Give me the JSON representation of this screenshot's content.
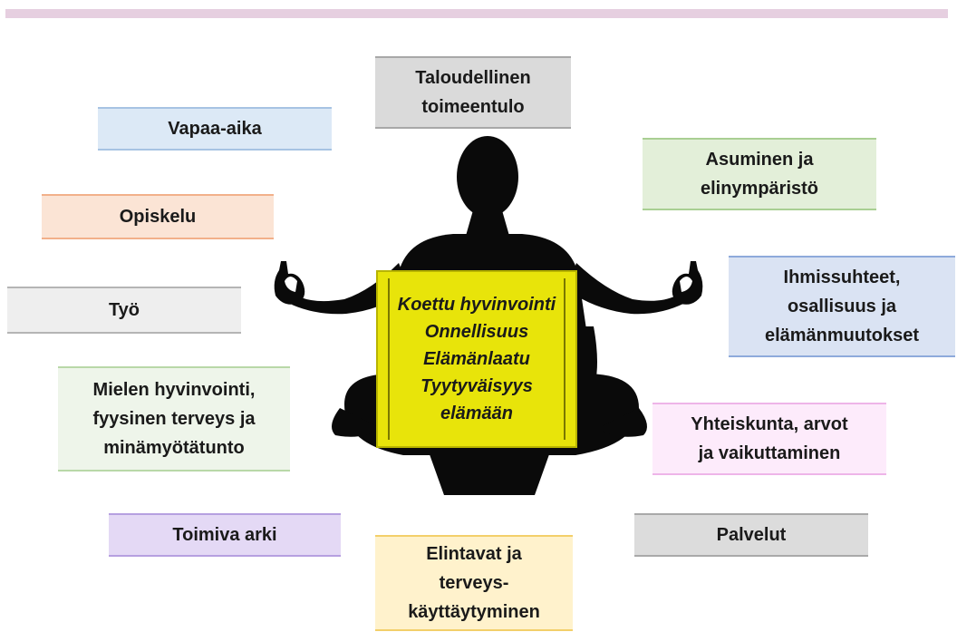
{
  "center": {
    "lines": [
      "Koettu hyvinvointi",
      "Onnellisuus",
      "Elämänlaatu",
      "Tyytyväisyys",
      "elämään"
    ]
  },
  "boxes": {
    "taloudellinen": {
      "label": "Taloudellinen\ntoimeentulo",
      "fill": "#dadada",
      "border": "#a8a8a8"
    },
    "vapaa_aika": {
      "label": "Vapaa-aika",
      "fill": "#dce9f6",
      "border": "#a7c3e3"
    },
    "asuminen": {
      "label": "Asuminen ja\nelinympäristö",
      "fill": "#e3efd9",
      "border": "#a9cf93"
    },
    "opiskelu": {
      "label": "Opiskelu",
      "fill": "#fbe4d5",
      "border": "#f2b08a"
    },
    "ihmissuhteet": {
      "label": "Ihmissuhteet,\nosallisuus ja\nelämänmuutokset",
      "fill": "#dae3f3",
      "border": "#8eaadb"
    },
    "tyo": {
      "label": "Työ",
      "fill": "#eeeeee",
      "border": "#b5b5b5"
    },
    "mielen": {
      "label": "Mielen hyvinvointi,\nfyysinen terveys  ja\nminämyötätunto",
      "fill": "#eef5ea",
      "border": "#b9d8a8"
    },
    "yhteiskunta": {
      "label": "Yhteiskunta, arvot\nja vaikuttaminen",
      "fill": "#fdebfb",
      "border": "#eeb5e8"
    },
    "toimiva_arki": {
      "label": "Toimiva arki",
      "fill": "#e4d9f5",
      "border": "#b6a0e0"
    },
    "palvelut": {
      "label": "Palvelut",
      "fill": "#dcdcdc",
      "border": "#a9a9a9"
    },
    "elintavat": {
      "label": "Elintavat  ja\nterveys-\nkäyttäytyminen",
      "fill": "#fff2cc",
      "border": "#f3cf6a"
    }
  },
  "colors": {
    "silhouette": "#0a0a0a",
    "center_fill": "#e8e40a",
    "top_rule": "#e6cfe0"
  }
}
